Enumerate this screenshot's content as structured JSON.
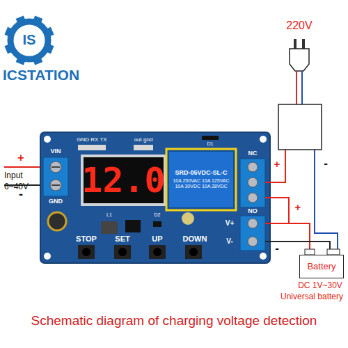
{
  "diagram": {
    "caption": "Schematic diagram of charging voltage detection",
    "nodes": [
      {
        "text": [
          "12.0"
        ]
      },
      {
        "text": [
          "SRD-05VDC-SL-C",
          "10A 250VAC 10A 125VAC 10A 30VDC 10A 28VDC"
        ]
      },
      {
        "text": [
          "Battery"
        ]
      }
    ],
    "labels": [
      "IS",
      "ICSTATION",
      "220V",
      "+",
      "Input",
      "6~40V",
      "-",
      "VIN",
      "GND",
      "GND RX TX",
      "out gnd",
      "D1",
      "L1",
      "D2",
      "NC",
      "NO",
      "V+",
      "V-",
      "STOP",
      "SET",
      "UP",
      "DOWN",
      "+",
      "-",
      "+",
      "-",
      "DC 1V~30V",
      "Universal battery"
    ]
  }
}
